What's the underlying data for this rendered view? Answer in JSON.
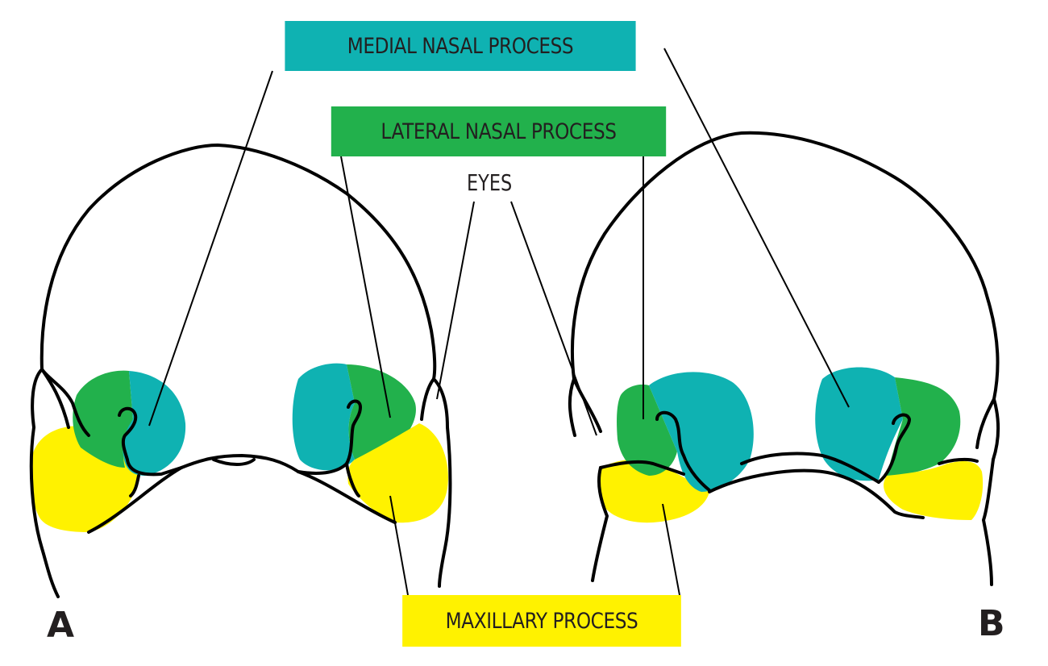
{
  "colors": {
    "medial_nasal": "#0fb2b2",
    "lateral_nasal": "#22b14c",
    "maxillary": "#fff200",
    "outline": "#000000",
    "text": "#231f20"
  },
  "labels": {
    "medial_nasal_process": "MEDIAL NASAL PROCESS",
    "lateral_nasal_process": "LATERAL NASAL PROCESS",
    "eyes": "EYES",
    "maxillary_process": "MAXILLARY PROCESS"
  },
  "panels": [
    {
      "letter": "A"
    },
    {
      "letter": "B"
    }
  ]
}
